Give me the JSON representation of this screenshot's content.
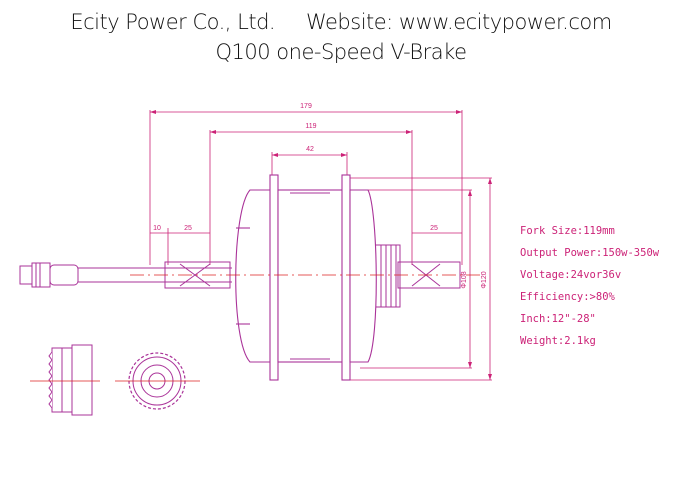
{
  "header": {
    "company": "Ecity Power Co., Ltd.",
    "website": "Website: www.ecitypower.com",
    "model": "Q100 one-Speed V-Brake"
  },
  "dimensions": {
    "overall": "179",
    "hub_width": "119",
    "flange": "42",
    "left_small": "10",
    "left_25": "25",
    "right_25": "25",
    "dia_outer": "Φ120",
    "dia_inner": "Φ108"
  },
  "specs": [
    {
      "label": "Fork Size:",
      "value": "119mm"
    },
    {
      "label": "Output Power:",
      "value": "150w-350w"
    },
    {
      "label": "Voltage:",
      "value": "24vor36v"
    },
    {
      "label": "Efficiency:",
      "value": ">80%"
    },
    {
      "label": "Inch:",
      "value": "12\"-28\""
    },
    {
      "label": "Weight:",
      "value": "2.1kg"
    }
  ],
  "colors": {
    "dimension": "#cc2277",
    "centerline": "#dd2222",
    "outline": "#aa3399"
  }
}
